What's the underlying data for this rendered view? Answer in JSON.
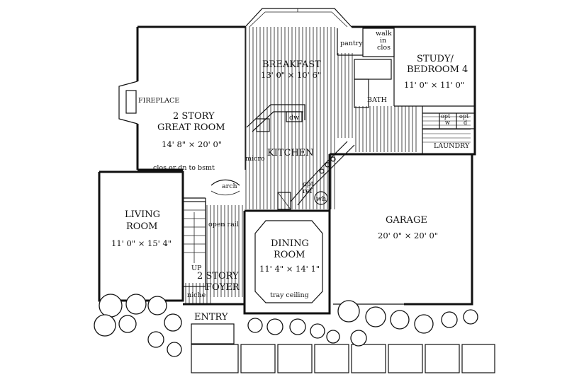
{
  "rooms": {
    "breakfast": {
      "name": "BREAKFAST",
      "size": "13' 0\" × 10' 6\""
    },
    "study": {
      "name_line1": "STUDY/",
      "name_line2": "BEDROOM 4",
      "size": "11' 0\" × 11' 0\""
    },
    "great_room": {
      "name_line1": "2 STORY",
      "name_line2": "GREAT ROOM",
      "size": "14' 8\" × 20' 0\""
    },
    "kitchen": {
      "name": "KITCHEN"
    },
    "living_room": {
      "name_line1": "LIVING",
      "name_line2": "ROOM",
      "size": "11' 0\" × 15' 4\""
    },
    "dining_room": {
      "name_line1": "DINING",
      "name_line2": "ROOM",
      "size": "11' 4\" × 14' 1\"",
      "note": "tray ceiling"
    },
    "garage": {
      "name": "GARAGE",
      "size": "20' 0\" × 20' 0\""
    },
    "foyer": {
      "name_line1": "2 STORY",
      "name_line2": "FOYER"
    },
    "entry": {
      "name": "ENTRY"
    }
  },
  "labels": {
    "fireplace": "FIREPLACE",
    "pantry": "pantry",
    "walk_in_clos_1": "walk",
    "walk_in_clos_2": "in",
    "walk_in_clos_3": "clos",
    "bath": "BATH",
    "laundry": "LAUNDRY",
    "opt_w": "opt",
    "w": "w",
    "opt_d": "opt",
    "d": "d",
    "dw": "dw",
    "micro": "micro",
    "opt_ref_1": "opt",
    "opt_ref_2": "ref",
    "wh": "wh",
    "clos_bsmt": "clos or dn to bsmt",
    "arch": "arch",
    "open_rail": "open rail",
    "up": "UP",
    "niche": "niche"
  }
}
